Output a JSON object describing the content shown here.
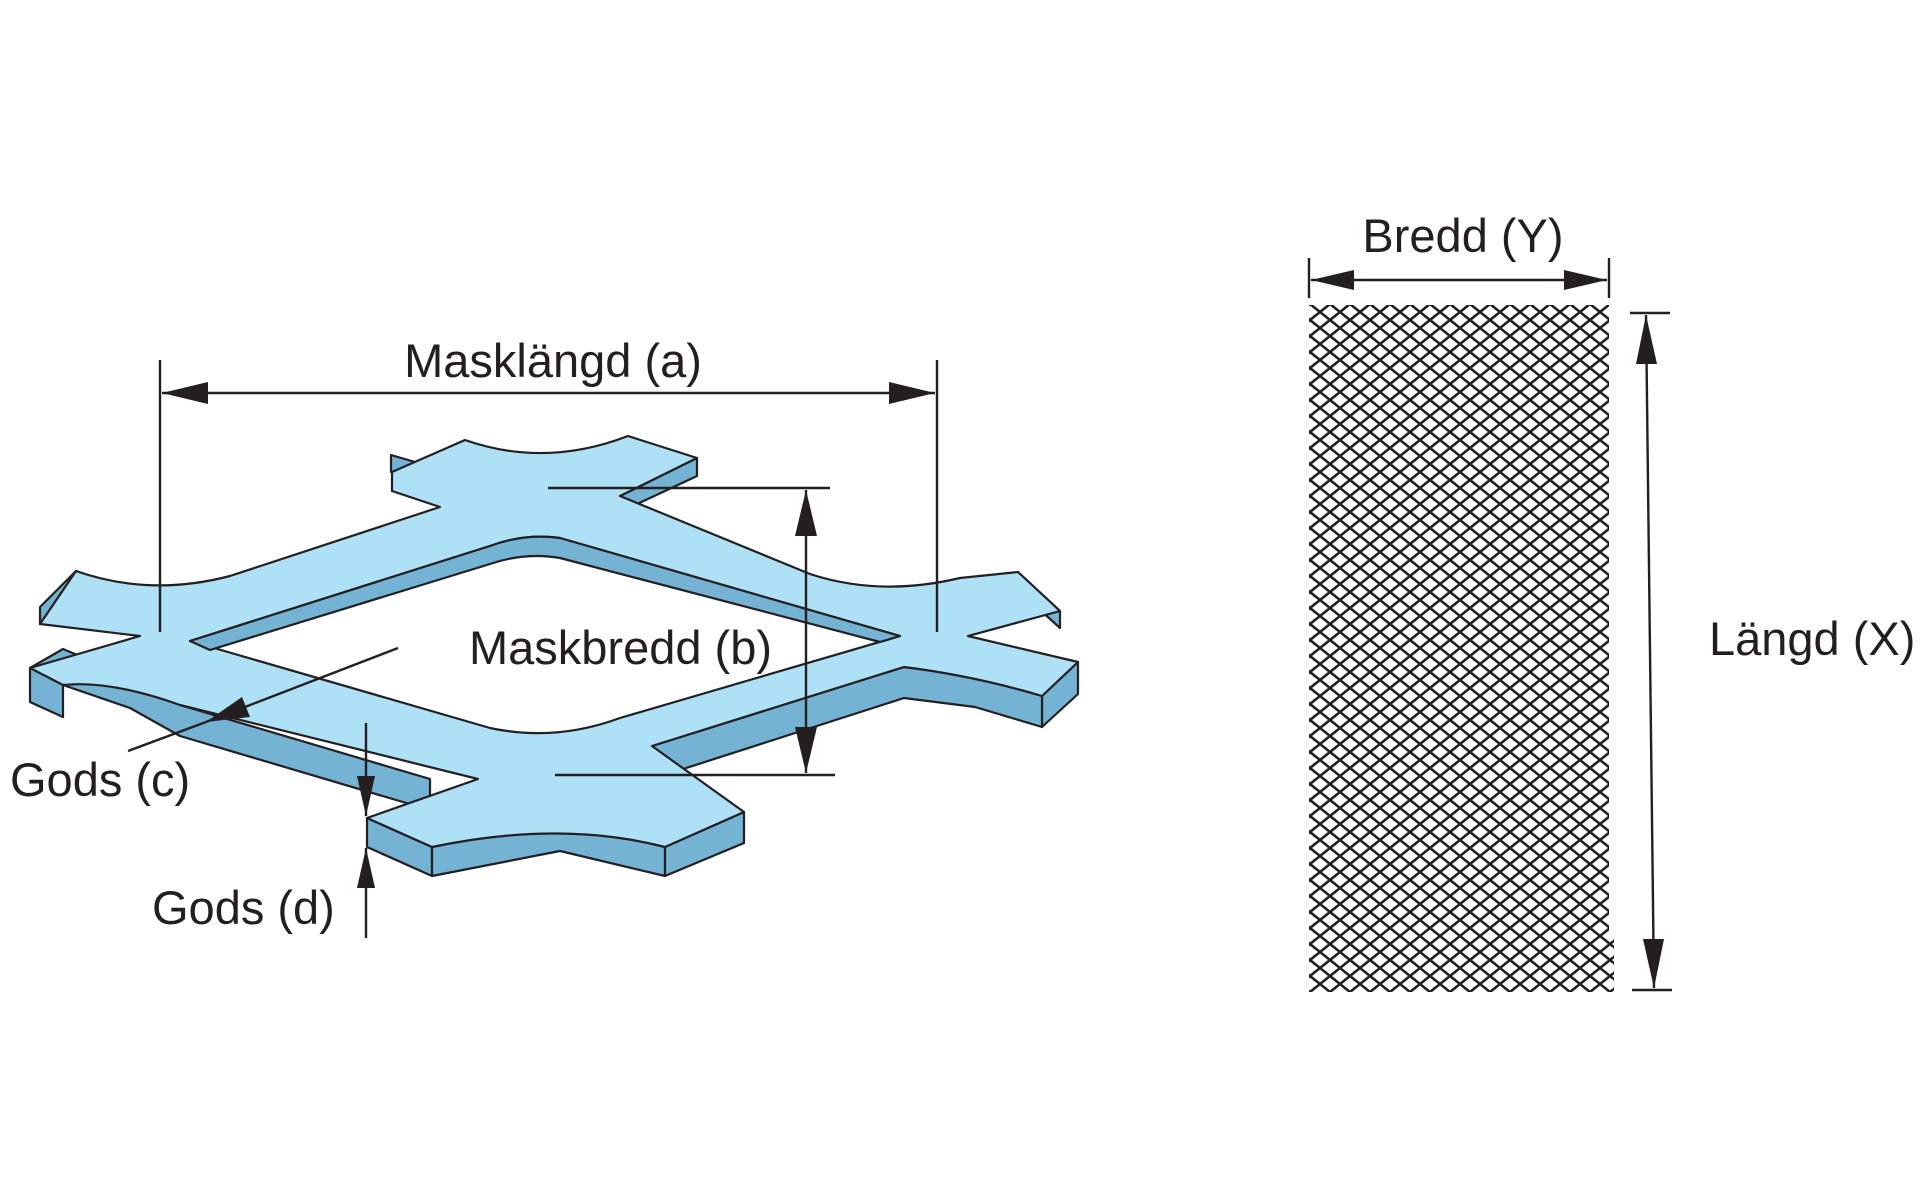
{
  "detail": {
    "mesh_length_label": "Masklängd (a)",
    "mesh_width_label": "Maskbredd (b)",
    "strand_width_label": "Gods (c)",
    "thickness_label": "Gods (d)",
    "mesh_fill_color": "#aee1f6",
    "mesh_side_color": "#74b3d3"
  },
  "sheet": {
    "width_label": "Bredd (Y)",
    "length_label": "Längd (X)",
    "mesh_color": "#231f20"
  }
}
